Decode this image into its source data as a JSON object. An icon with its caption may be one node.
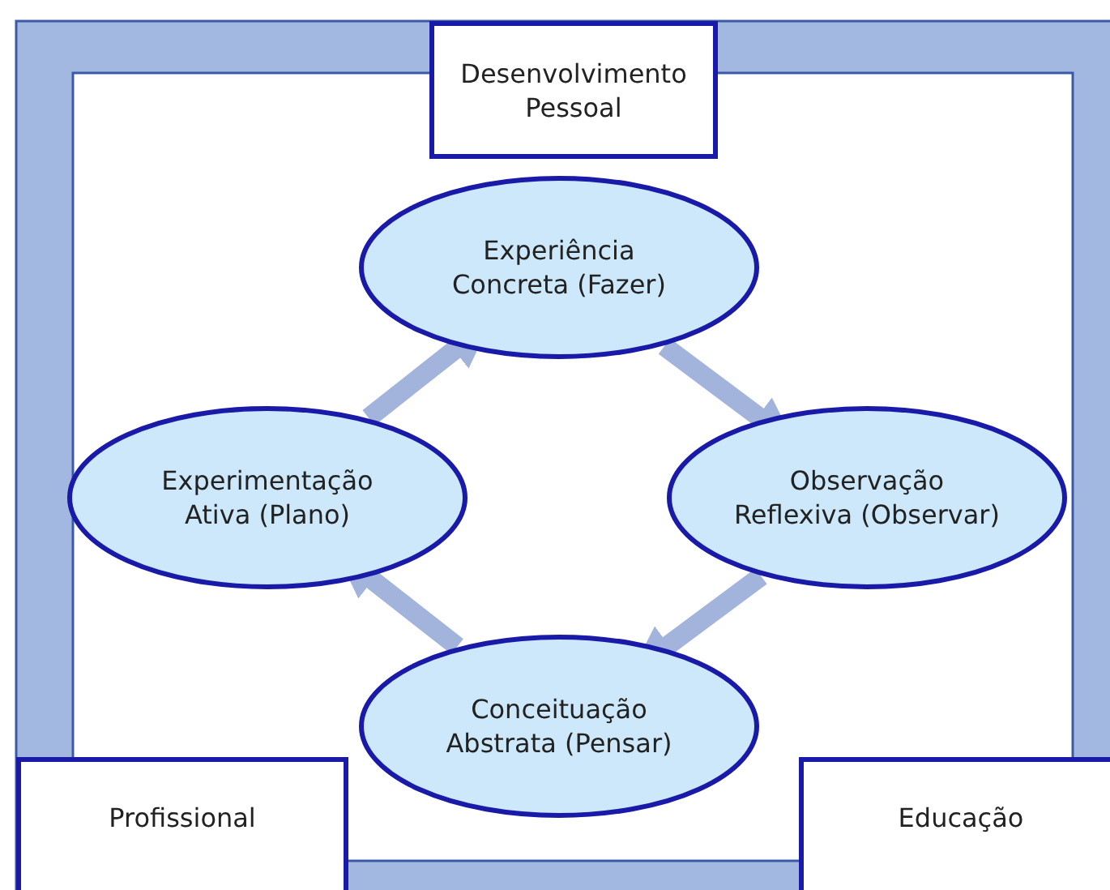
{
  "diagram": {
    "nodes": [
      {
        "text": [
          "Desenvolvimento Pessoal"
        ]
      },
      {
        "text": [
          "Experiência Concreta (Fazer)"
        ]
      },
      {
        "text": [
          "Experimentação Ativa (Plano)"
        ]
      },
      {
        "text": [
          "Observação Reflexiva (Observar)"
        ]
      },
      {
        "text": [
          "Conceituação Abstrata (Pensar)"
        ]
      },
      {
        "text": [
          "Profissional"
        ]
      },
      {
        "text": [
          "Educação"
        ]
      }
    ],
    "edges": [
      {
        "from": 1,
        "to": 3,
        "arrow": "to"
      },
      {
        "from": 3,
        "to": 4,
        "arrow": "to"
      },
      {
        "from": 4,
        "to": 2,
        "arrow": "to"
      },
      {
        "from": 2,
        "to": 1,
        "arrow": "to"
      }
    ]
  }
}
